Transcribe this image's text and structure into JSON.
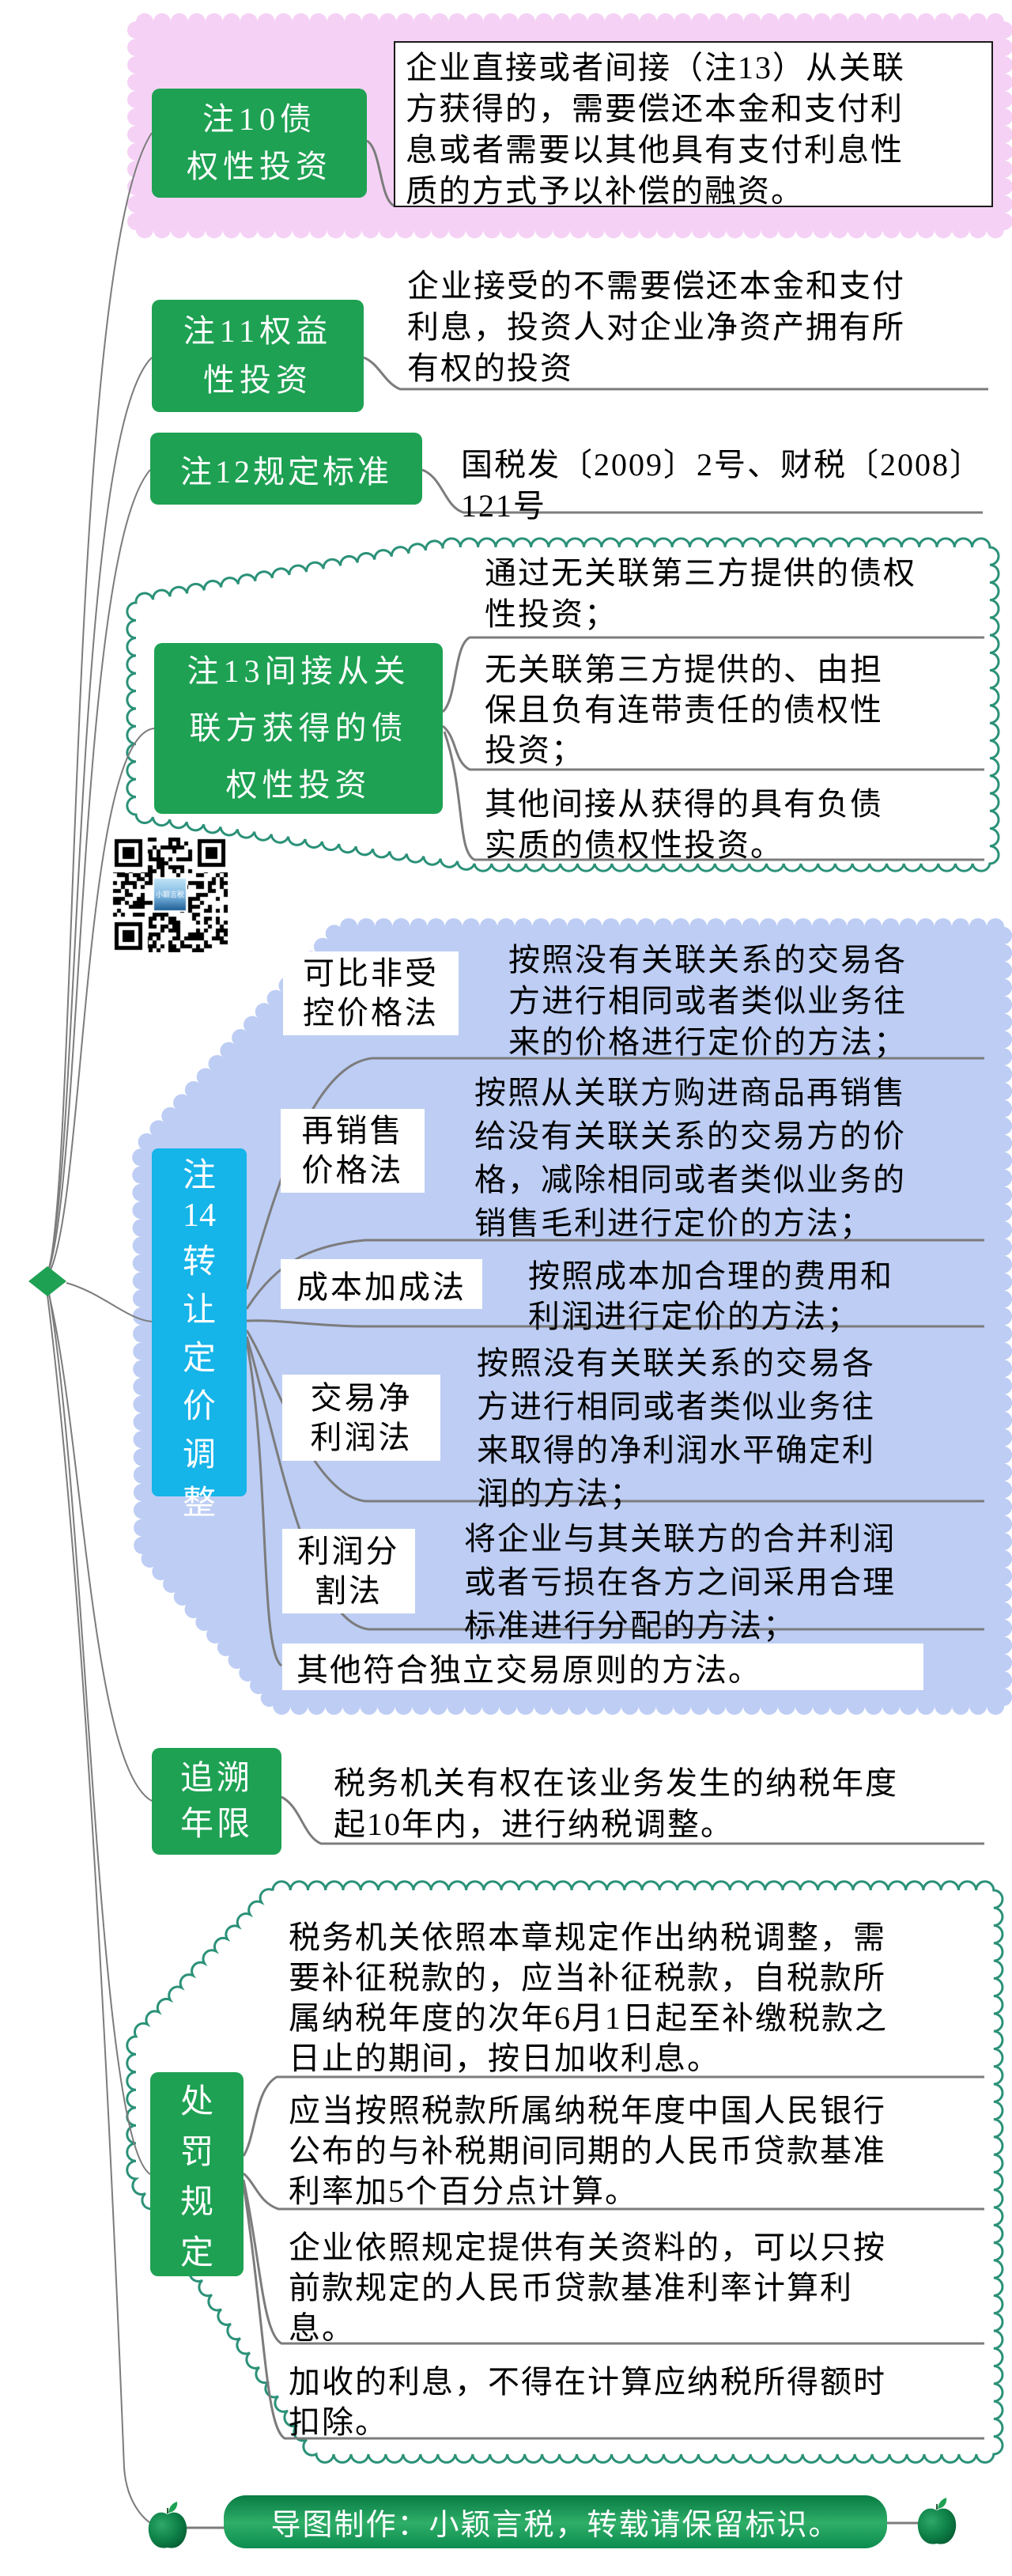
{
  "colors": {
    "topic_green": "#1EA153",
    "cyan": "#15B4E9",
    "blue_cloud": "#BDCDF4",
    "pink_cloud": "#F5D2F5",
    "cloud_border": "#2B9178",
    "line_gray": "#7c7c7c",
    "footer_green_dark": "#077b43",
    "footer_green_light": "#2fae68"
  },
  "note10": {
    "title": "注10债\n权性投资",
    "desc": "企业直接或者间接（注13）从关联\n方获得的，需要偿还本金和支付利\n息或者需要以其他具有支付利息性\n质的方式予以补偿的融资。"
  },
  "note11": {
    "title": "注11权益\n性投资",
    "desc": "企业接受的不需要偿还本金和支付\n利息，投资人对企业净资产拥有所\n有权的投资"
  },
  "note12": {
    "title": "注12规定标准",
    "desc": "国税发〔2009〕2号、财税〔2008〕121号"
  },
  "note13": {
    "title": "注13间接从关\n联方获得的债\n权性投资",
    "items": [
      "通过无关联第三方提供的债权\n性投资；",
      "无关联第三方提供的、由担\n保且负有连带责任的债权性\n投资；",
      "其他间接从获得的具有负债\n实质的债权性投资。"
    ]
  },
  "qr": {
    "label": "小颖言税"
  },
  "note14": {
    "title": "注14转让定价调整",
    "chars": [
      "注",
      "14",
      "转",
      "让",
      "定",
      "价",
      "调",
      "整"
    ],
    "methods": [
      {
        "label": "可比非受\n控价格法",
        "desc": "按照没有关联关系的交易各\n方进行相同或者类似业务往\n来的价格进行定价的方法；"
      },
      {
        "label": "再销售\n价格法",
        "desc": "按照从关联方购进商品再销售\n给没有关联关系的交易方的价\n格，减除相同或者类似业务的\n销售毛利进行定价的方法；"
      },
      {
        "label": "成本加成法",
        "desc": "按照成本加合理的费用和\n利润进行定价的方法；"
      },
      {
        "label": "交易净\n利润法",
        "desc": "按照没有关联关系的交易各\n方进行相同或者类似业务往\n来取得的净利润水平确定利\n润的方法；"
      },
      {
        "label": "利润分\n割法",
        "desc": "将企业与其关联方的合并利润\n或者亏损在各方之间采用合理\n标准进行分配的方法；"
      },
      {
        "label": "其他符合独立交易原则的方法。",
        "desc": ""
      }
    ]
  },
  "retro": {
    "title": "追溯\n年限",
    "desc": "税务机关有权在该业务发生的纳税年度\n起10年内，进行纳税调整。"
  },
  "penalty": {
    "title": "处罚规定",
    "chars": [
      "处",
      "罚",
      "规",
      "定"
    ],
    "items": [
      "税务机关依照本章规定作出纳税调整，需\n要补征税款的，应当补征税款，自税款所\n属纳税年度的次年6月1日起至补缴税款之\n日止的期间，按日加收利息。",
      "应当按照税款所属纳税年度中国人民银行\n公布的与补税期间同期的人民币贷款基准\n利率加5个百分点计算。",
      "企业依照规定提供有关资料的，可以只按\n前款规定的人民币贷款基准利率计算利\n息。",
      "加收的利息，不得在计算应纳税所得额时\n扣除。"
    ]
  },
  "footer": {
    "text": "导图制作：小颖言税，转载请保留标识。"
  }
}
